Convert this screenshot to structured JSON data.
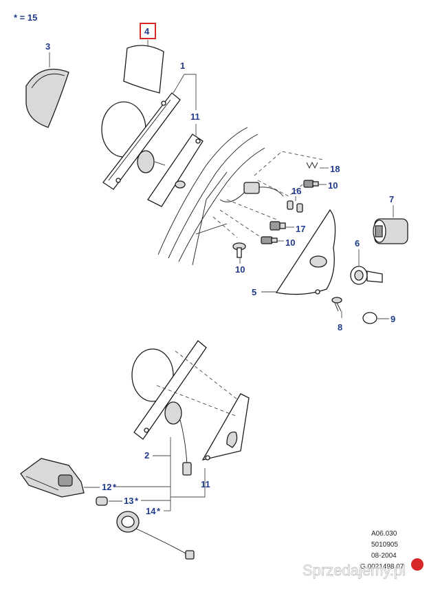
{
  "legend": {
    "star": "* = 15"
  },
  "callouts": {
    "c1": "1",
    "c2": "2",
    "c3": "3",
    "c4": "4",
    "c5": "5",
    "c6": "6",
    "c7": "7",
    "c8": "8",
    "c9": "9",
    "c10a": "10",
    "c10b": "10",
    "c10c": "10",
    "c11a": "11",
    "c11b": "11",
    "c12": "12",
    "c13": "13",
    "c14": "14",
    "c16": "16",
    "c17": "17",
    "c18": "18"
  },
  "reference": {
    "line1": "A06.030",
    "line2": "5010905",
    "line3": "08-2004",
    "line4": "G 0021498 07"
  },
  "watermark": {
    "text": "Sprzedajemy.pl"
  },
  "colors": {
    "callout": "#1f3a8a",
    "highlight": "#d62828",
    "watermark_badge": "#d62828"
  }
}
